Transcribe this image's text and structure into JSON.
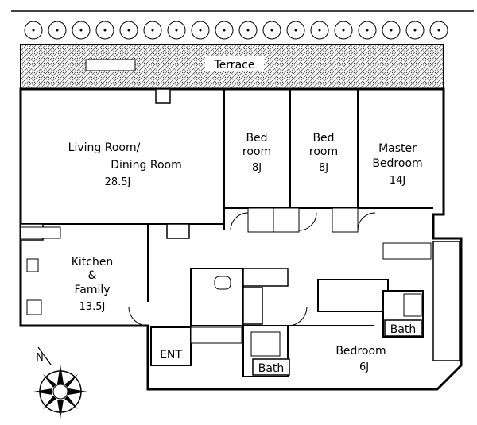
{
  "rooms": {
    "terrace": "Terrace",
    "living_line1": "Living Room/",
    "living_line2": "Dining Room",
    "living_size": "28.5J",
    "bed1_line1": "Bed",
    "bed1_line2": "room",
    "bed1_size": "8J",
    "bed2_line1": "Bed",
    "bed2_line2": "room",
    "bed2_size": "8J",
    "master_line1": "Master",
    "master_line2": "Bedroom",
    "master_size": "14J",
    "kitchen_line1": "Kitchen",
    "kitchen_line2": "&",
    "kitchen_line3": "Family",
    "kitchen_size": "13.5J",
    "bedroom_line1": "Bedroom",
    "bedroom_size": "6J",
    "bath_small": "Bath",
    "bath_bottom": "Bath",
    "entrance": "ENT"
  },
  "compass": {
    "north_label": "N"
  }
}
